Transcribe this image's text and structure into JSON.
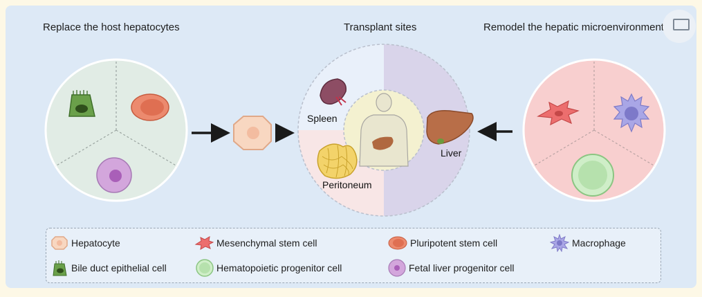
{
  "headings": {
    "left": "Replace the host hepatocytes",
    "center": "Transplant sites",
    "right": "Remodel the hepatic microenvironment"
  },
  "sites": {
    "spleen": "Spleen",
    "liver": "Liver",
    "peritoneum": "Peritoneum"
  },
  "legend": [
    {
      "label": "Hepatocyte",
      "icon": "hepatocyte-icon"
    },
    {
      "label": "Mesenchymal stem cell",
      "icon": "mesenchymal-stem-cell-icon"
    },
    {
      "label": "Pluripotent stem cell",
      "icon": "pluripotent-stem-cell-icon"
    },
    {
      "label": "Macrophage",
      "icon": "macrophage-icon"
    },
    {
      "label": "Bile duct epithelial cell",
      "icon": "bile-duct-cell-icon"
    },
    {
      "label": "Hematopoietic progenitor cell",
      "icon": "hematopoietic-progenitor-icon"
    },
    {
      "label": "Fetal liver progenitor cell",
      "icon": "fetal-liver-progenitor-icon"
    }
  ],
  "colors": {
    "background": "#fdf8e6",
    "panel": "#dde9f6",
    "left_circle": "#e1ece5",
    "right_circle": "#f8cfcf",
    "center_left_top": "#e9f0fa",
    "center_left_bottom": "#f8e6e6",
    "center_right": "#d9d4ea",
    "inner_circle": "#f4f1d0"
  }
}
